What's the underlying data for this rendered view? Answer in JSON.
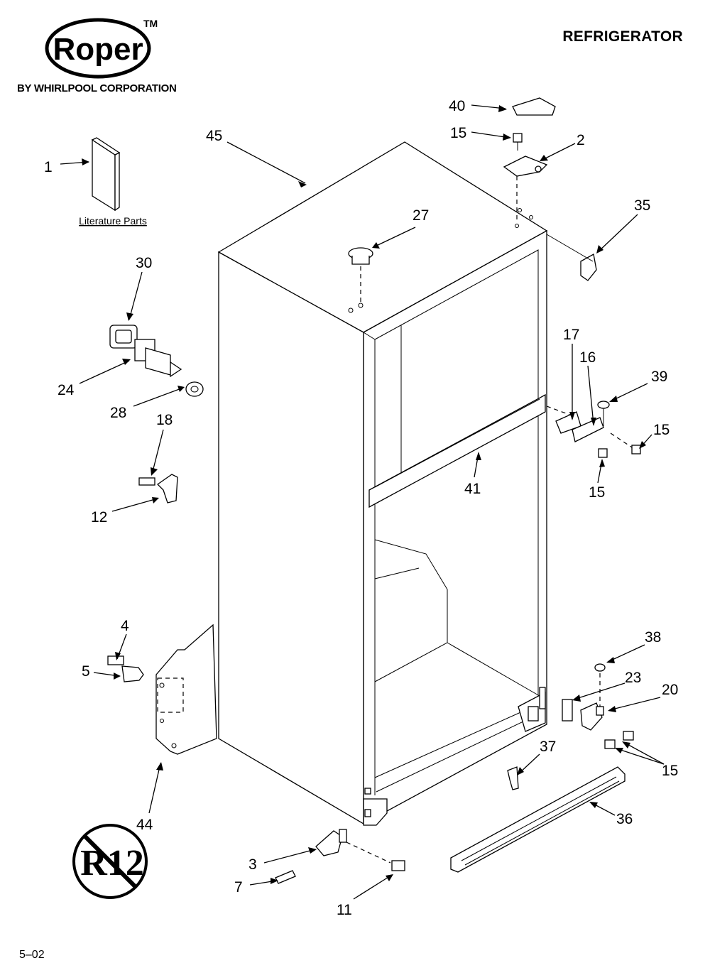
{
  "brand": {
    "logo_text": "Roper",
    "trademark": "TM",
    "subtitle": "BY WHIRLPOOL CORPORATION"
  },
  "title": "REFRIGERATOR",
  "literature_label": "Literature Parts",
  "no_r12_text": "R12",
  "footer_code": "5–02",
  "callouts": {
    "p1": "1",
    "p2": "2",
    "p3": "3",
    "p4": "4",
    "p5": "5",
    "p7": "7",
    "p11": "11",
    "p12": "12",
    "p15a": "15",
    "p15b": "15",
    "p15c": "15",
    "p15d": "15",
    "p16": "16",
    "p17": "17",
    "p18": "18",
    "p20": "20",
    "p23": "23",
    "p24": "24",
    "p27": "27",
    "p28": "28",
    "p30": "30",
    "p35": "35",
    "p36": "36",
    "p37": "37",
    "p38": "38",
    "p39": "39",
    "p40": "40",
    "p41": "41",
    "p44": "44",
    "p45": "45"
  }
}
